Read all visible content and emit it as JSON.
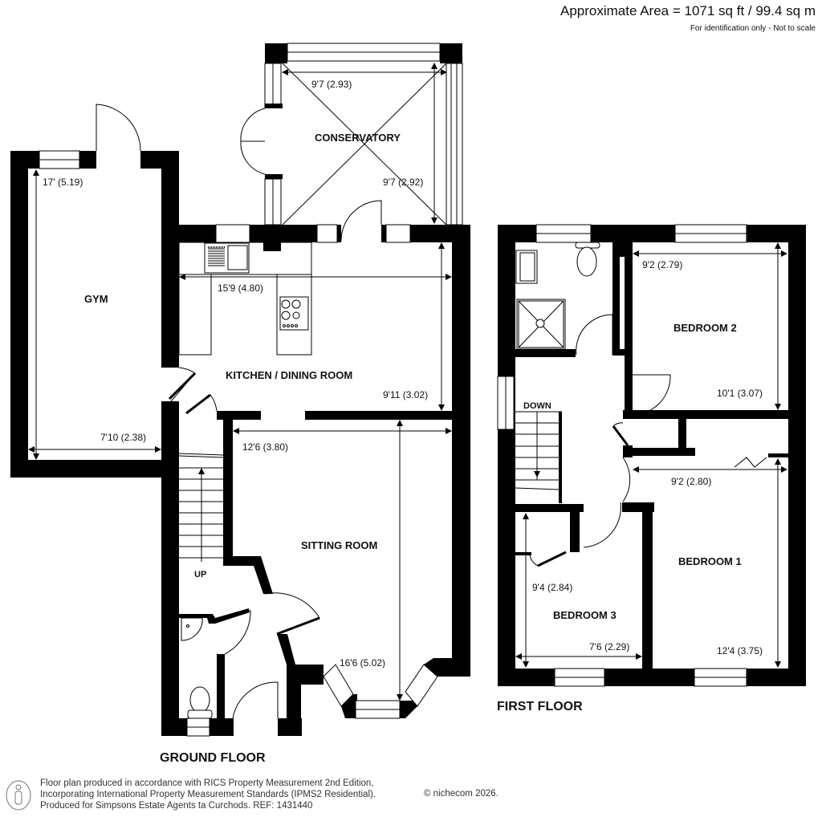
{
  "header": {
    "area": "Approximate Area = 1071 sq ft / 99.4 sq m",
    "note": "For identification only - Not to scale"
  },
  "ground_floor": {
    "label": "GROUND FLOOR",
    "rooms": {
      "gym": {
        "name": "GYM",
        "dim_length": "17' (5.19)",
        "dim_width": "7'10 (2.38)"
      },
      "conservatory": {
        "name": "CONSERVATORY",
        "dim_width": "9'7 (2.93)",
        "dim_length": "9'7 (2.92)"
      },
      "kitchen": {
        "name": "KITCHEN / DINING ROOM",
        "dim_width": "15'9 (4.80)",
        "dim_length": "9'11 (3.02)"
      },
      "sitting": {
        "name": "SITTING ROOM",
        "dim_width": "12'6 (3.80)",
        "dim_length": "16'6 (5.02)"
      },
      "stairs": {
        "name": "UP"
      }
    }
  },
  "first_floor": {
    "label": "FIRST FLOOR",
    "rooms": {
      "bedroom2": {
        "name": "BEDROOM 2",
        "dim_width": "9'2 (2.79)",
        "dim_length": "10'1 (3.07)"
      },
      "bedroom1": {
        "name": "BEDROOM 1",
        "dim_width": "9'2 (2.80)",
        "dim_length": "12'4 (3.75)"
      },
      "bedroom3": {
        "name": "BEDROOM 3",
        "dim_length": "9'4 (2.84)",
        "dim_width": "7'6 (2.29)"
      },
      "stairs": {
        "name": "DOWN"
      }
    }
  },
  "footer": {
    "line1": "Floor plan produced in accordance with RICS Property Measurement 2nd Edition,",
    "line2": "Incorporating International Property Measurement Standards (IPMS2 Residential).",
    "line3": "Produced for Simpsons Estate Agents ta Curchods.   REF: 1431440",
    "copyright": "© nichecom 2026."
  }
}
